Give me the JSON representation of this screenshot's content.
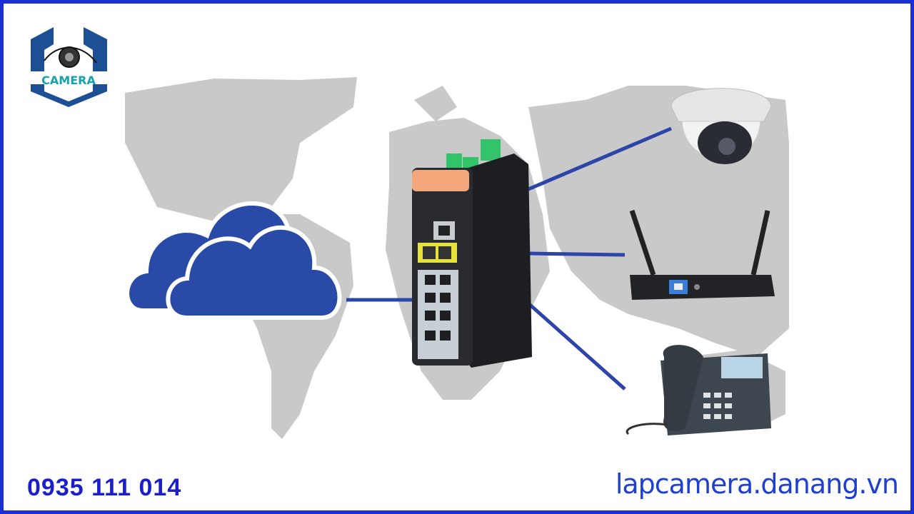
{
  "logo": {
    "text": "CAMERA",
    "icon": "eye-camera-hexagon-logo"
  },
  "contact": {
    "phone": "0935 111 014",
    "website": "lapcamera.danang.vn"
  },
  "colors": {
    "frame": "#1b2fd6",
    "cloud": "#2a4aa8",
    "links": "#2d44a8",
    "map": "#c8c8c8",
    "text": "#1a1fc8"
  },
  "diagram": {
    "nodes": [
      "cloud-icon",
      "network-switch",
      "dome-camera",
      "wifi-router",
      "ip-phone"
    ]
  }
}
